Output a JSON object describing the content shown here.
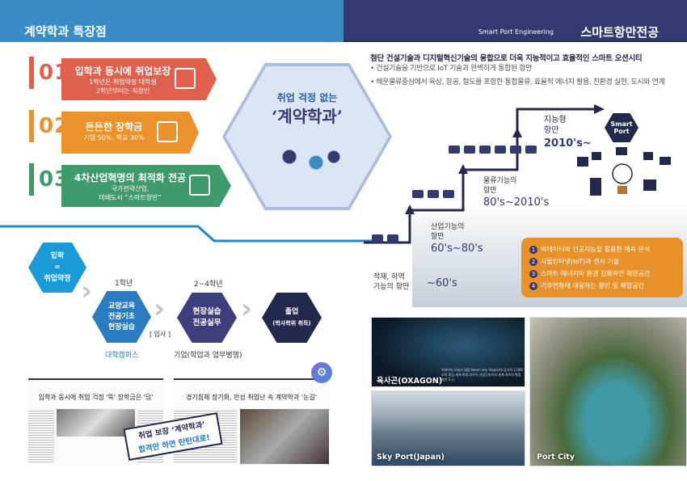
{
  "header": {
    "left_title": "계약학과 특장점",
    "right_subtitle": "Smart Port Engineering",
    "right_title": "스마트항만전공"
  },
  "features": [
    {
      "num": "01",
      "title": "입학과 동시에 취업보장",
      "lines": [
        "1학년은 취업약정 대학생",
        "2학년부터는 직장인"
      ],
      "icon": "contract-icon",
      "color": "#e0604e"
    },
    {
      "num": "02",
      "title": "든든한 장학금",
      "lines": [
        "기업 50%, 학교 30%"
      ],
      "icon": "money-hand-icon",
      "color": "#ec922c"
    },
    {
      "num": "03",
      "title": "4차산업혁명의 최적화 전공",
      "lines": [
        "국가전략산업,",
        "미래도시 “스마트항만”"
      ],
      "icon": "monitor-icon",
      "color": "#3f9a6c"
    }
  ],
  "center_hex": {
    "line1": "취업 걱정 없는",
    "line2": "‘계약학과’"
  },
  "flow": {
    "start": [
      "입학",
      "=",
      "취업약정"
    ],
    "year1": "1학년",
    "year24": "2~4학년",
    "step1": [
      "교양교육",
      "전공기초",
      "현장실습"
    ],
    "step2": [
      "현장실습",
      "전공실무"
    ],
    "step3": [
      "졸업",
      "(학사학위 취득)"
    ],
    "join": "[ 입사 ]",
    "campus": "대학캠퍼스",
    "company": "기업(학업과 업무병행)"
  },
  "news": [
    {
      "headline": "입학과 동시에 취업 걱정 '뚝' 장학금은 '덤'"
    },
    {
      "headline": "경기침체 장기화, 만성 취업난 속 계약학과 '눈길'"
    }
  ],
  "stamp": {
    "line1": "취업 보장 ‘계약학과’",
    "line2": "합격만 하면 탄탄대로!"
  },
  "intro": {
    "title": "첨단 건설기술과 디지털혁신기술의 융합으로 더욱 지능적이고 효율적인 스마트 오션시티",
    "bullets": [
      "건설기술을 기반으로 IoT 기술과 완벽하게 통합된 항만",
      "해운물류중심에서 육상, 항공, 철도를 포함한 통합물류, 효율적 에너지 활용, 친환경 실현, 도시와 연계"
    ]
  },
  "stairs": [
    {
      "label": [
        "적재, 하역",
        "기능의 항만"
      ],
      "years": "~60's"
    },
    {
      "label": [
        "산업기능의",
        "항만"
      ],
      "years": "60's~80's"
    },
    {
      "label": [
        "물류기능의",
        "항만"
      ],
      "years": "80's~2010's"
    },
    {
      "label": [
        "지능형",
        "항만"
      ],
      "years": "2010's~"
    }
  ],
  "smart_port": "Smart Port",
  "features_list": [
    "빅데이터와 인공지능을 활용한 예측 분석",
    "사물인터넷(IoT)과 센서 기술",
    "스마트 에너지와 환경 친화적인 해양공간",
    "기후변화에 대응하는 항만 및 해양공간"
  ],
  "photos": [
    {
      "caption": "옥사곤(OXAGON)",
      "desc": "빅데이터 기술의 결합 Neom city Project의 공식적 1,000조의 중심 세계 최대 부유식 산업단지이자 세계 최초의 통합 항만 도시"
    },
    {
      "caption": "Sky Port(Japan)"
    },
    {
      "caption": "Port City"
    }
  ]
}
